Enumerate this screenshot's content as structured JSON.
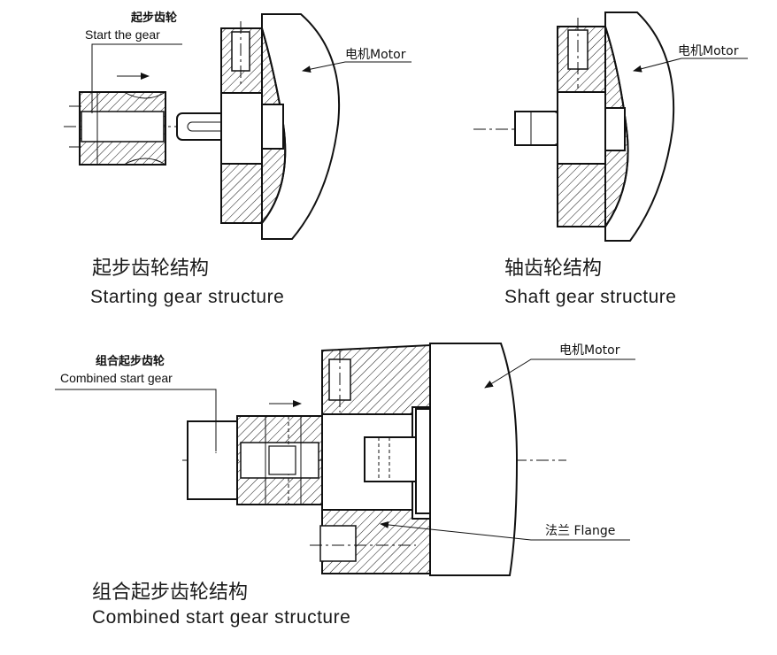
{
  "diagrams": {
    "starting": {
      "label_cn": "起步齿轮",
      "label_en": "Start the gear",
      "motor_label": "电机Motor",
      "caption_cn": "起步齿轮结构",
      "caption_en": "Starting gear structure"
    },
    "shaft": {
      "motor_label": "电机Motor",
      "caption_cn": "轴齿轮结构",
      "caption_en": "Shaft gear structure"
    },
    "combined": {
      "label_cn": "组合起步齿轮",
      "label_en": "Combined start gear",
      "motor_label": "电机Motor",
      "flange_label": "法兰 Flange",
      "caption_cn": "组合起步齿轮结构",
      "caption_en": "Combined start gear structure"
    }
  },
  "colors": {
    "line": "#111111",
    "background": "#ffffff"
  }
}
